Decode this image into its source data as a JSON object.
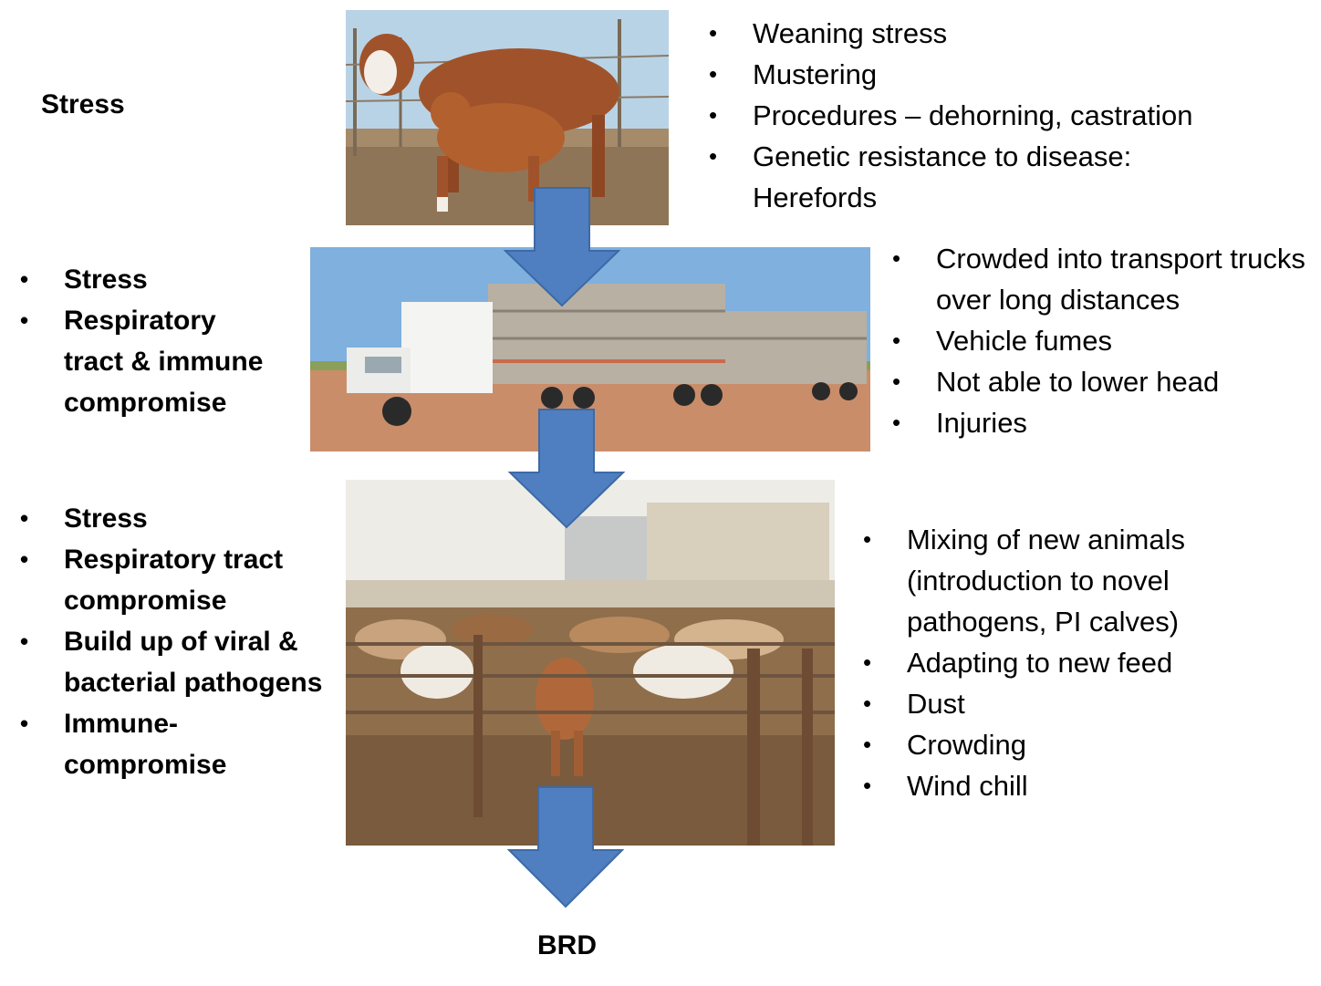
{
  "stage1": {
    "label": "Stress",
    "factors": [
      "Weaning stress",
      "Mustering",
      "Procedures – dehorning, castration",
      "Genetic resistance to disease: Herefords"
    ]
  },
  "stage2": {
    "effects": [
      "Stress",
      "Respiratory tract & immune compromise"
    ],
    "factors": [
      "Crowded into transport trucks over long distances",
      "Vehicle fumes",
      "Not able to lower head",
      "Injuries"
    ]
  },
  "stage3": {
    "effects": [
      "Stress",
      "Respiratory tract compromise",
      "Build up of viral & bacterial pathogens",
      "Immune-compromise"
    ],
    "factors": [
      "Mixing of new animals (introduction to novel pathogens, PI calves)",
      "Adapting to new feed",
      "Dust",
      "Crowding",
      "Wind chill"
    ]
  },
  "outcome": {
    "label": "BRD"
  },
  "colors": {
    "arrow_fill": "#4f7fc0",
    "arrow_stroke": "#3d6aa6"
  }
}
